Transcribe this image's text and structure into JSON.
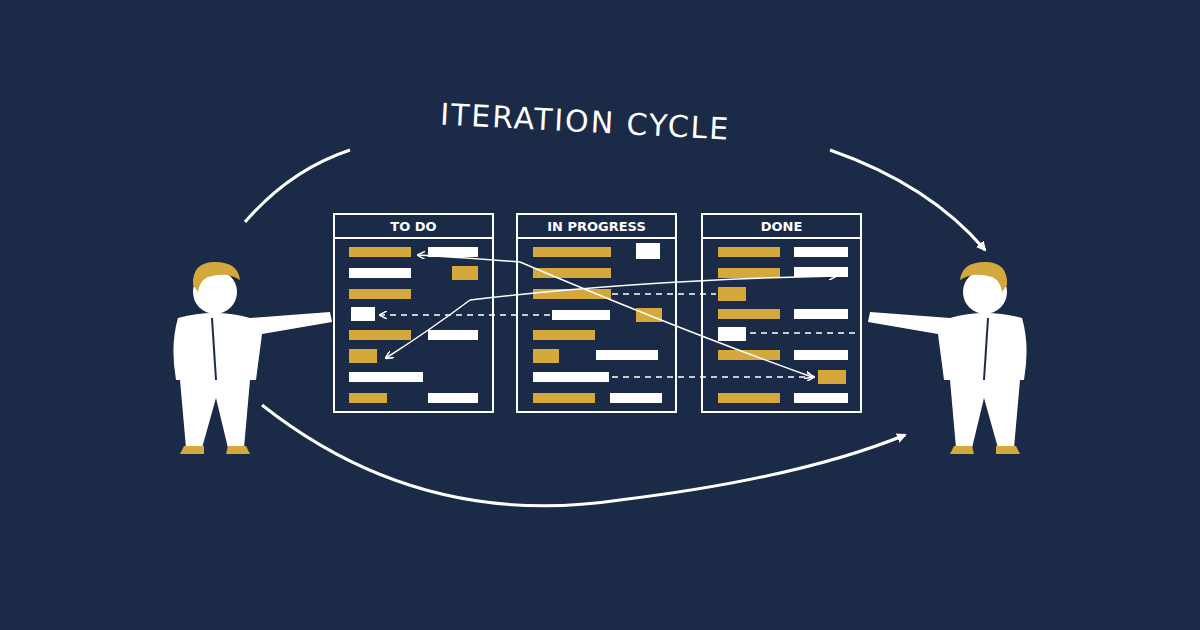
{
  "diagram": {
    "title": "ITERATION CYCLE",
    "nodes": [
      {
        "text": [
          "TO DO"
        ]
      },
      {
        "text": [
          "IN PROGRESS"
        ]
      },
      {
        "text": [
          "DONE"
        ]
      }
    ]
  }
}
